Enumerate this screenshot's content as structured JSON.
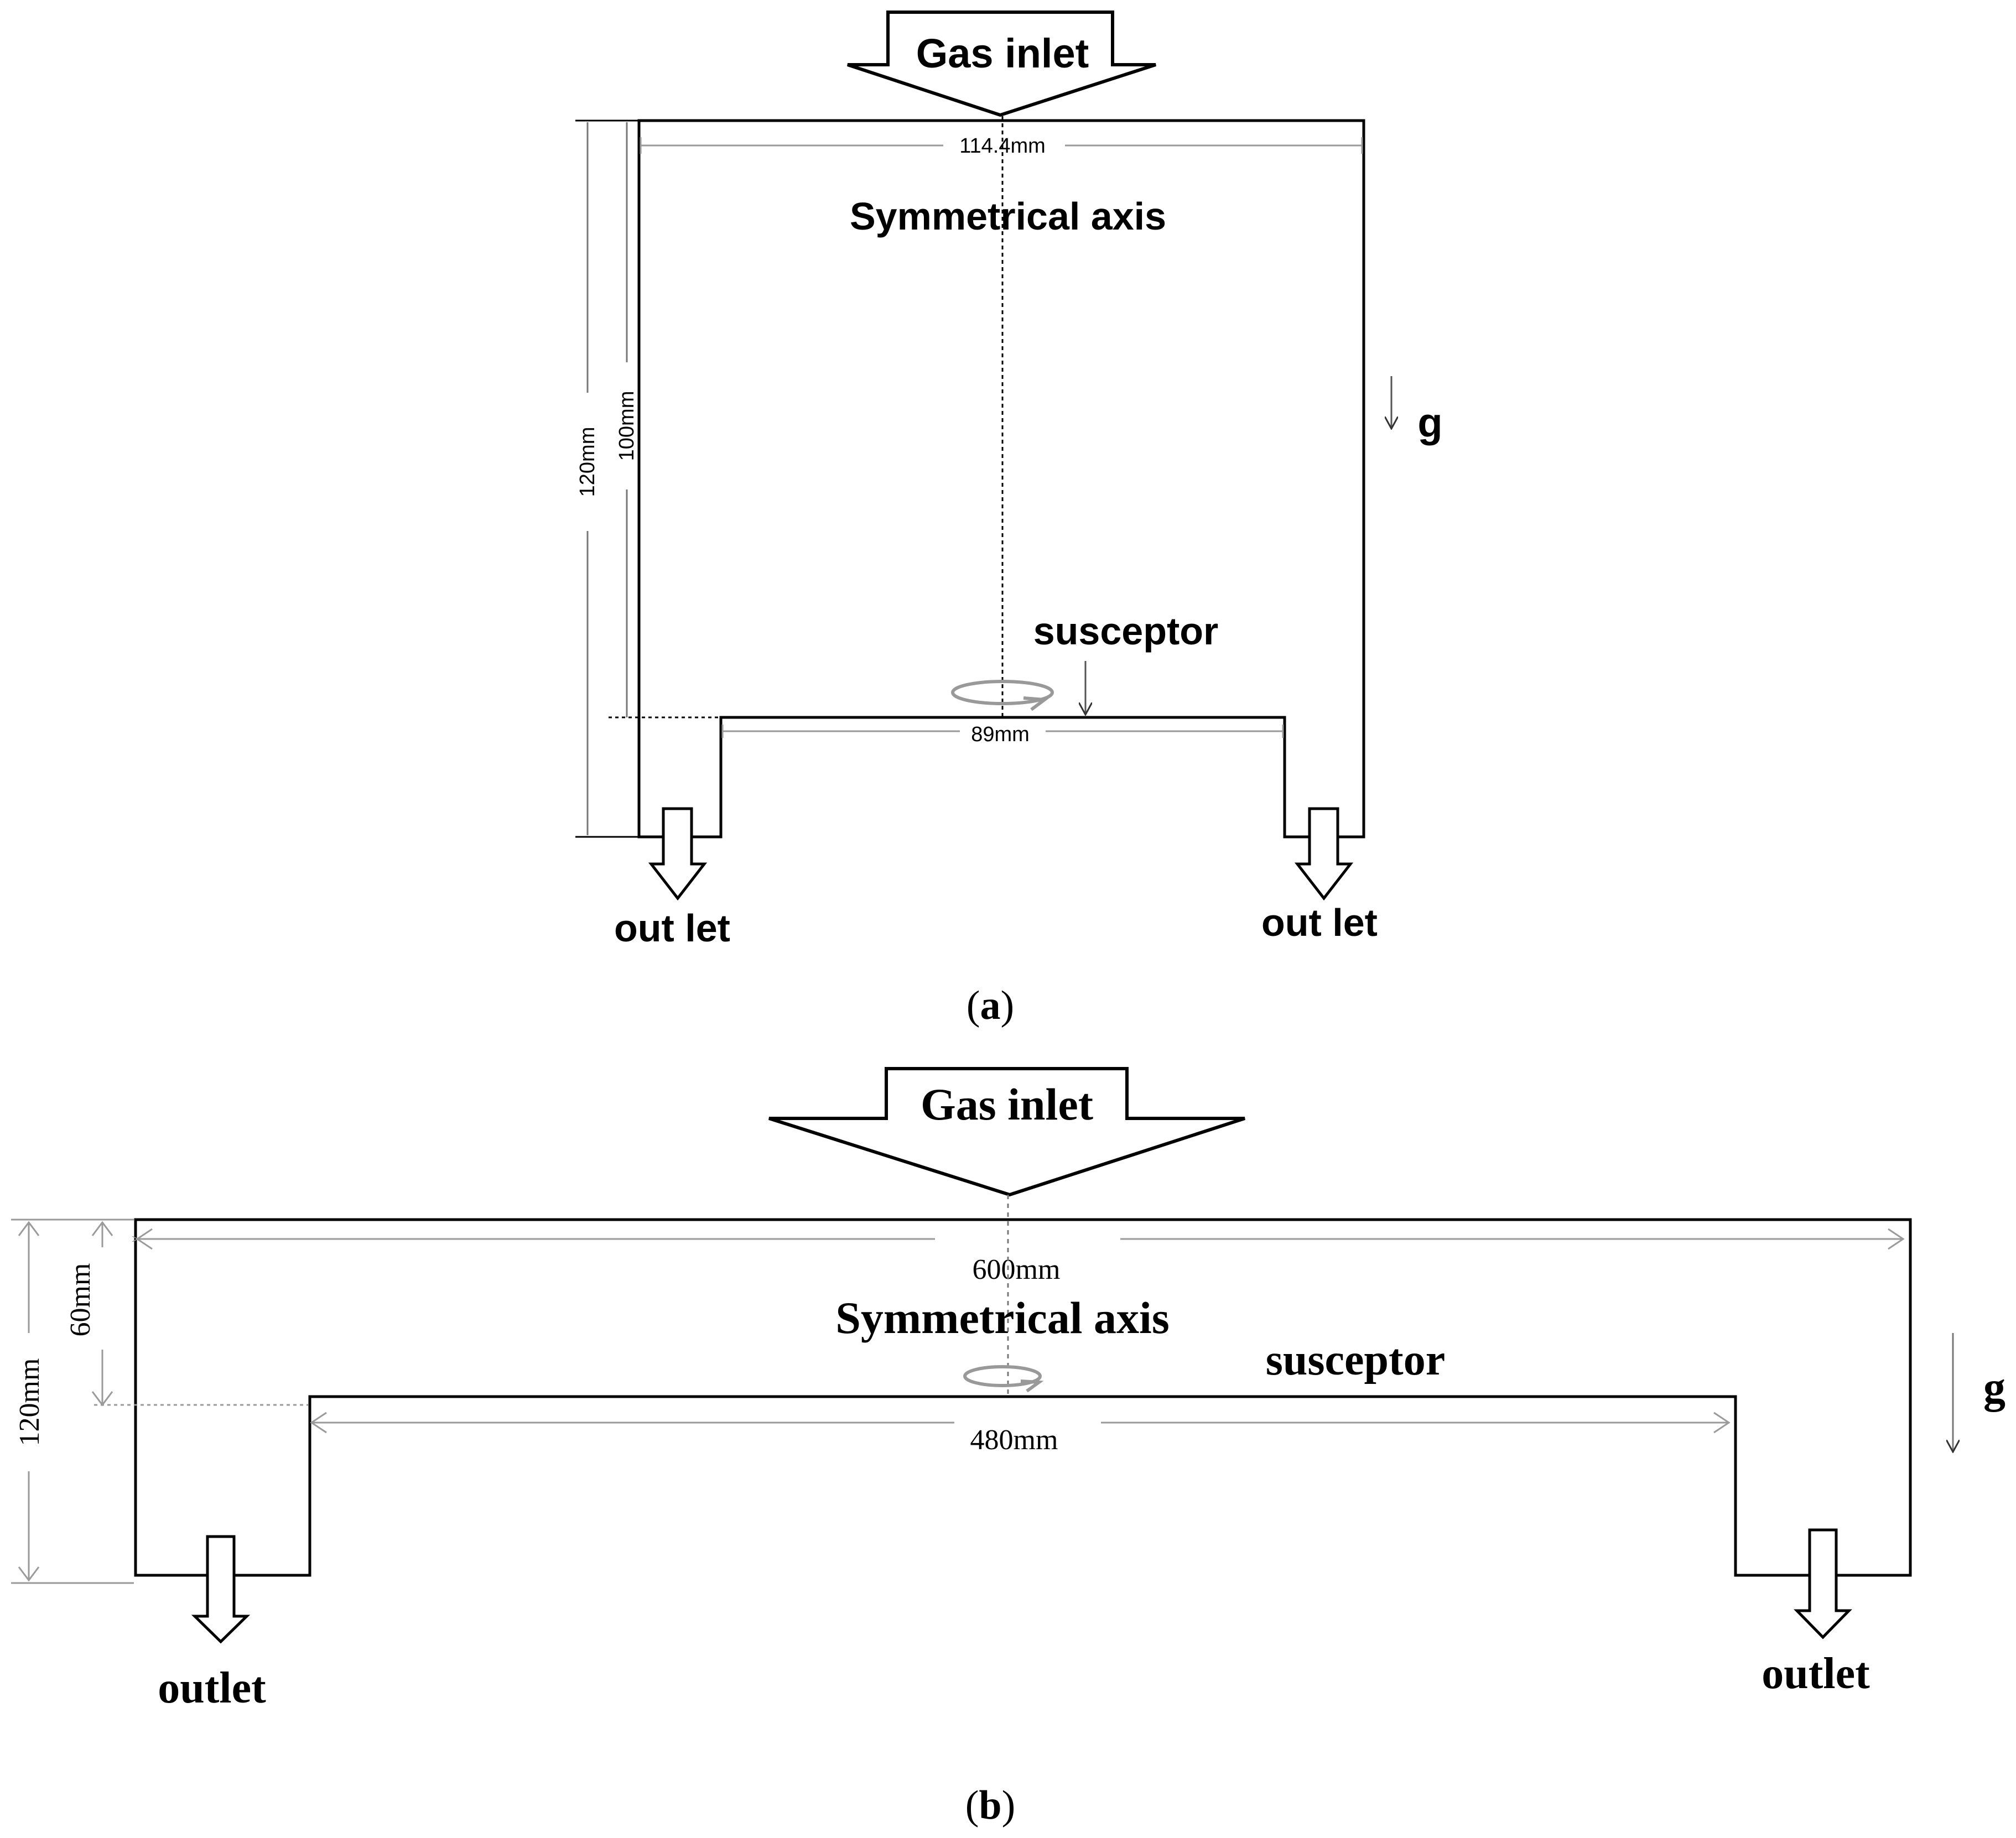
{
  "panel_a": {
    "gas_inlet": "Gas inlet",
    "dim_width": "114.4mm",
    "symmetrical_axis": "Symmetrical axis",
    "gravity": "g",
    "dim_height_total": "120mm",
    "dim_height_inner": "100mm",
    "susceptor": "susceptor",
    "dim_susceptor": "89mm",
    "outlet_left": "out let",
    "outlet_right": "out let",
    "caption_letter": "a"
  },
  "panel_b": {
    "gas_inlet": "Gas inlet",
    "dim_width": "600mm",
    "symmetrical_axis": "Symmetrical axis",
    "susceptor": "susceptor",
    "dim_susceptor": "480mm",
    "dim_height_upper": "60mm",
    "dim_height_total": "120mm",
    "gravity": "g",
    "outlet_left": "outlet",
    "outlet_right": "outlet",
    "caption_letter": "b"
  }
}
